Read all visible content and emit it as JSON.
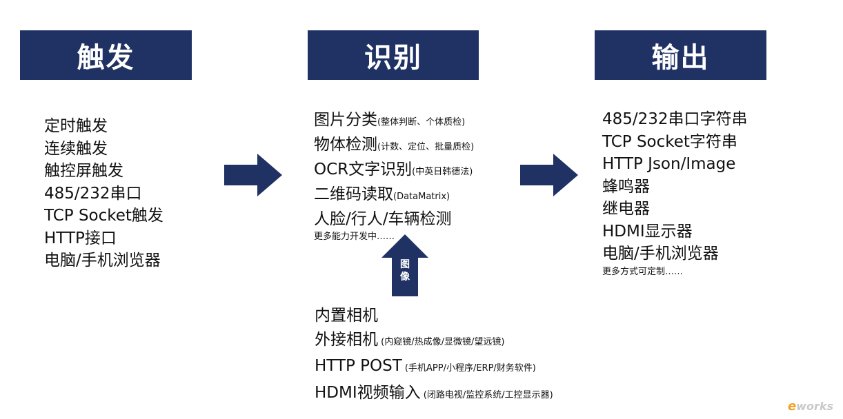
{
  "headers": {
    "trigger": "触发",
    "recognition": "识别",
    "output": "输出"
  },
  "trigger_items": [
    "定时触发",
    "连续触发",
    "触控屏触发",
    "485/232串口",
    "TCP Socket触发",
    "HTTP接口",
    "电脑/手机浏览器"
  ],
  "recognition_items": [
    {
      "main": "图片分类",
      "note": "(整体判断、个体质检)"
    },
    {
      "main": "物体检测",
      "note": "(计数、定位、批量质检)"
    },
    {
      "main": "OCR文字识别",
      "note": "(中英日韩德法)"
    },
    {
      "main": "二维码读取",
      "note": "(DataMatrix)"
    },
    {
      "main": "人脸/行人/车辆检测",
      "note": ""
    }
  ],
  "recognition_more": "更多能力开发中……",
  "image_arrow_label": [
    "图",
    "像"
  ],
  "image_sources": [
    {
      "main": "内置相机",
      "note": ""
    },
    {
      "main": "外接相机",
      "note": " (内窥镜/热成像/显微镜/望远镜)"
    },
    {
      "main": "HTTP POST",
      "note": " (手机APP/小程序/ERP/财务软件)"
    },
    {
      "main": "HDMI视频输入",
      "note": " (闭路电视/监控系统/工控显示器)"
    }
  ],
  "output_items": [
    "485/232串口字符串",
    "TCP Socket字符串",
    "HTTP Json/Image",
    "蜂鸣器",
    "继电器",
    "HDMI显示器",
    "电脑/手机浏览器"
  ],
  "output_more": "更多方式可定制……",
  "watermark": {
    "prefix": "e",
    "rest": "works"
  },
  "colors": {
    "header_bg": "#1f3263",
    "arrow": "#1f3263",
    "text": "#111111"
  }
}
